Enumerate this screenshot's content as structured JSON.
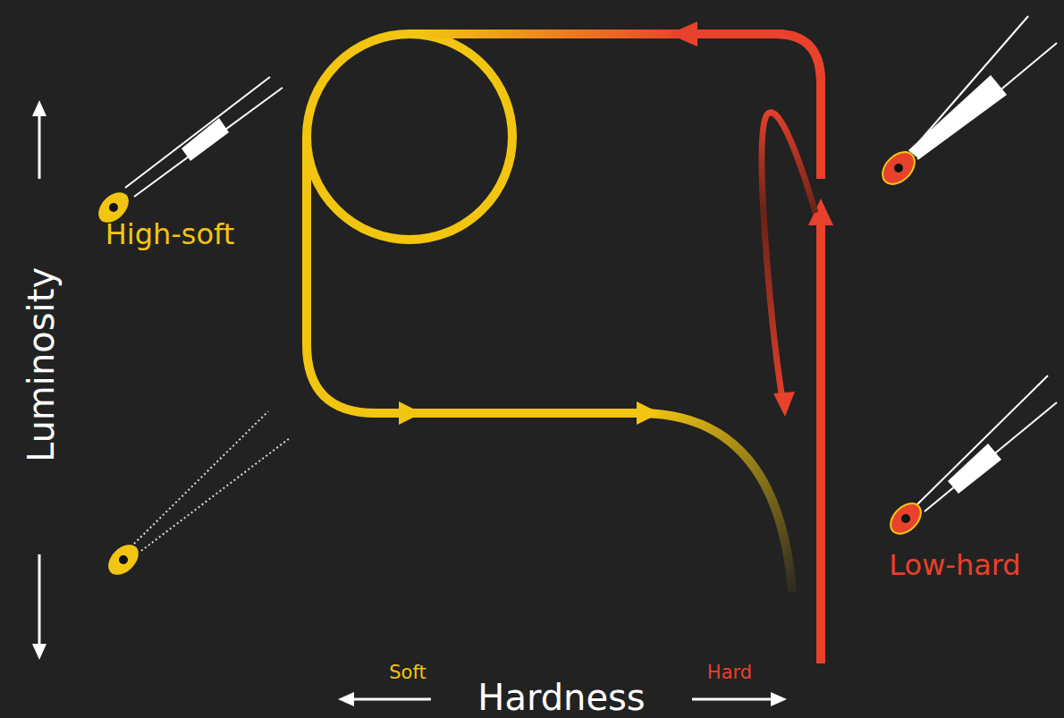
{
  "diagram": {
    "labels": [
      "High-soft",
      "Luminosity",
      "Soft",
      "Hardness",
      "Hard",
      "Low-hard"
    ]
  }
}
